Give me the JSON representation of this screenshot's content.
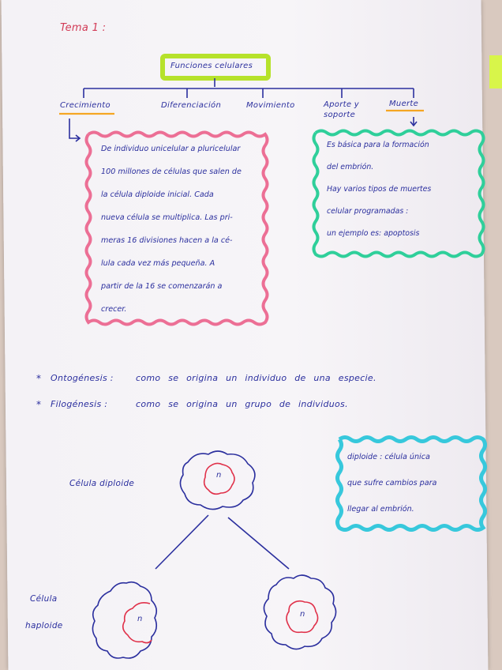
{
  "title": "Tema 1 :",
  "map": {
    "root": "Funciones celulares",
    "branches": [
      "Crecimiento",
      "Diferenciación",
      "Movimiento",
      "Aporte y soporte",
      "Muerte"
    ],
    "growth_text": [
      "De individuo unicelular a pluricelular",
      "100 millones de células que salen de",
      "la célula diploide inicial. Cada",
      "nueva célula se multiplica. Las pri-",
      "meras 16 divisiones hacen a la cé-",
      "lula cada vez más pequeña. A",
      "partir de la 16 se comenzarán a",
      "crecer."
    ],
    "death_text": [
      "Es básica para la formación",
      "del embrión.",
      "Hay varios tipos de muertes",
      "celular programadas :",
      "un ejemplo es: apoptosis"
    ]
  },
  "definitions": [
    {
      "term": "Ontogénesis :",
      "text": "como se origina un individuo de una especie."
    },
    {
      "term": "Filogénesis :",
      "text": "como se origina un grupo de individuos."
    }
  ],
  "bullet": "*",
  "diagram": {
    "diploid_label": "Célula diploide",
    "haploid_label_1": "Célula",
    "haploid_label_2": "haploide",
    "nucleus_glyph": "n",
    "note": [
      "diploide : célula única",
      "que sufre cambios para",
      "llegar al embrión."
    ]
  },
  "colors": {
    "ink": "#2b2f9e",
    "title": "#d23a55",
    "highlight_green": "#b6e22b",
    "highlight_orange": "#f5a623",
    "growth_border": "#ec6f95",
    "death_border": "#2fcf9a",
    "note_border": "#37c8dc",
    "nucleus": "#e0314a"
  }
}
